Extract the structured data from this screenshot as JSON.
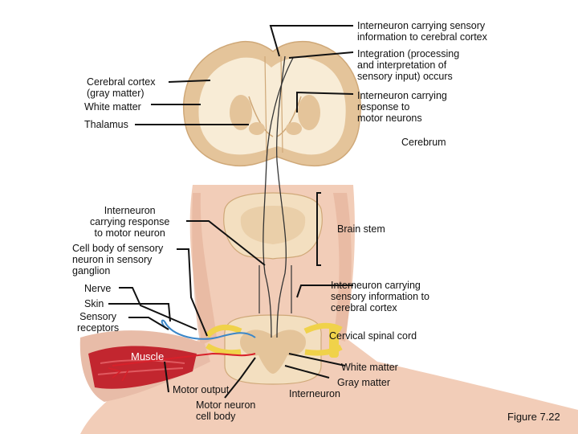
{
  "labels": {
    "interneuron_sensory_cortex_top": "Interneuron carrying sensory\ninformation to cerebral cortex",
    "integration": "Integration (processing\nand interpretation of\nsensory input) occurs",
    "cerebral_cortex": "Cerebral cortex\n(gray matter)",
    "white_matter_top": "White matter",
    "thalamus": "Thalamus",
    "interneuron_motor_top": "Interneuron carrying\nresponse to\nmotor neurons",
    "cerebrum": "Cerebrum",
    "interneuron_motor_left": "Interneuron\ncarrying response\nto motor neuron",
    "brain_stem": "Brain stem",
    "cell_body_sensory": "Cell body of sensory\nneuron in sensory\nganglion",
    "interneuron_sensory_mid": "Interneuron carrying\nsensory information to\ncerebral cortex",
    "nerve": "Nerve",
    "skin": "Skin",
    "sensory_receptors": "Sensory\nreceptors",
    "cervical_spinal_cord": "Cervical spinal cord",
    "muscle": "Muscle",
    "white_matter_bottom": "White matter",
    "gray_matter": "Gray matter",
    "interneuron": "Interneuron",
    "motor_output": "Motor output",
    "motor_neuron_cell_body": "Motor neuron\ncell body",
    "figure_caption": "Figure 7.22"
  },
  "colors": {
    "skin": "#f2cdb8",
    "skin_shade": "#e6b39b",
    "brain_tissue": "#f3dfc0",
    "gray_matter": "#e4c49a",
    "white_matter": "#f8ecd6",
    "nerve_yellow": "#f0d24a",
    "muscle": "#c2262f",
    "sensory_blue": "#3a86c8",
    "motor_red": "#d8202a",
    "leader": "#111111"
  }
}
